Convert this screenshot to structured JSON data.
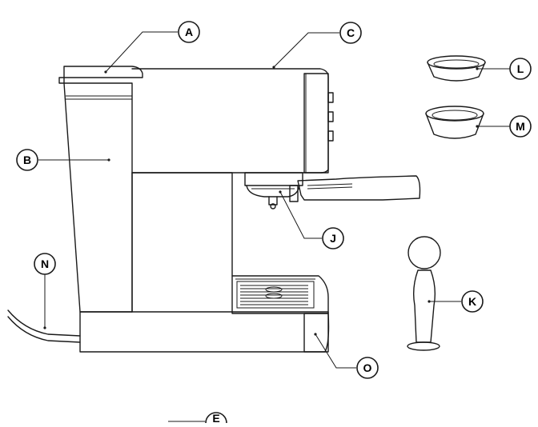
{
  "callouts": {
    "A": "A",
    "B": "B",
    "C": "C",
    "E": "E",
    "J": "J",
    "K": "K",
    "L": "L",
    "M": "M",
    "N": "N",
    "O": "O"
  },
  "colors": {
    "line": "#1a1a1a",
    "background": "#ffffff"
  }
}
